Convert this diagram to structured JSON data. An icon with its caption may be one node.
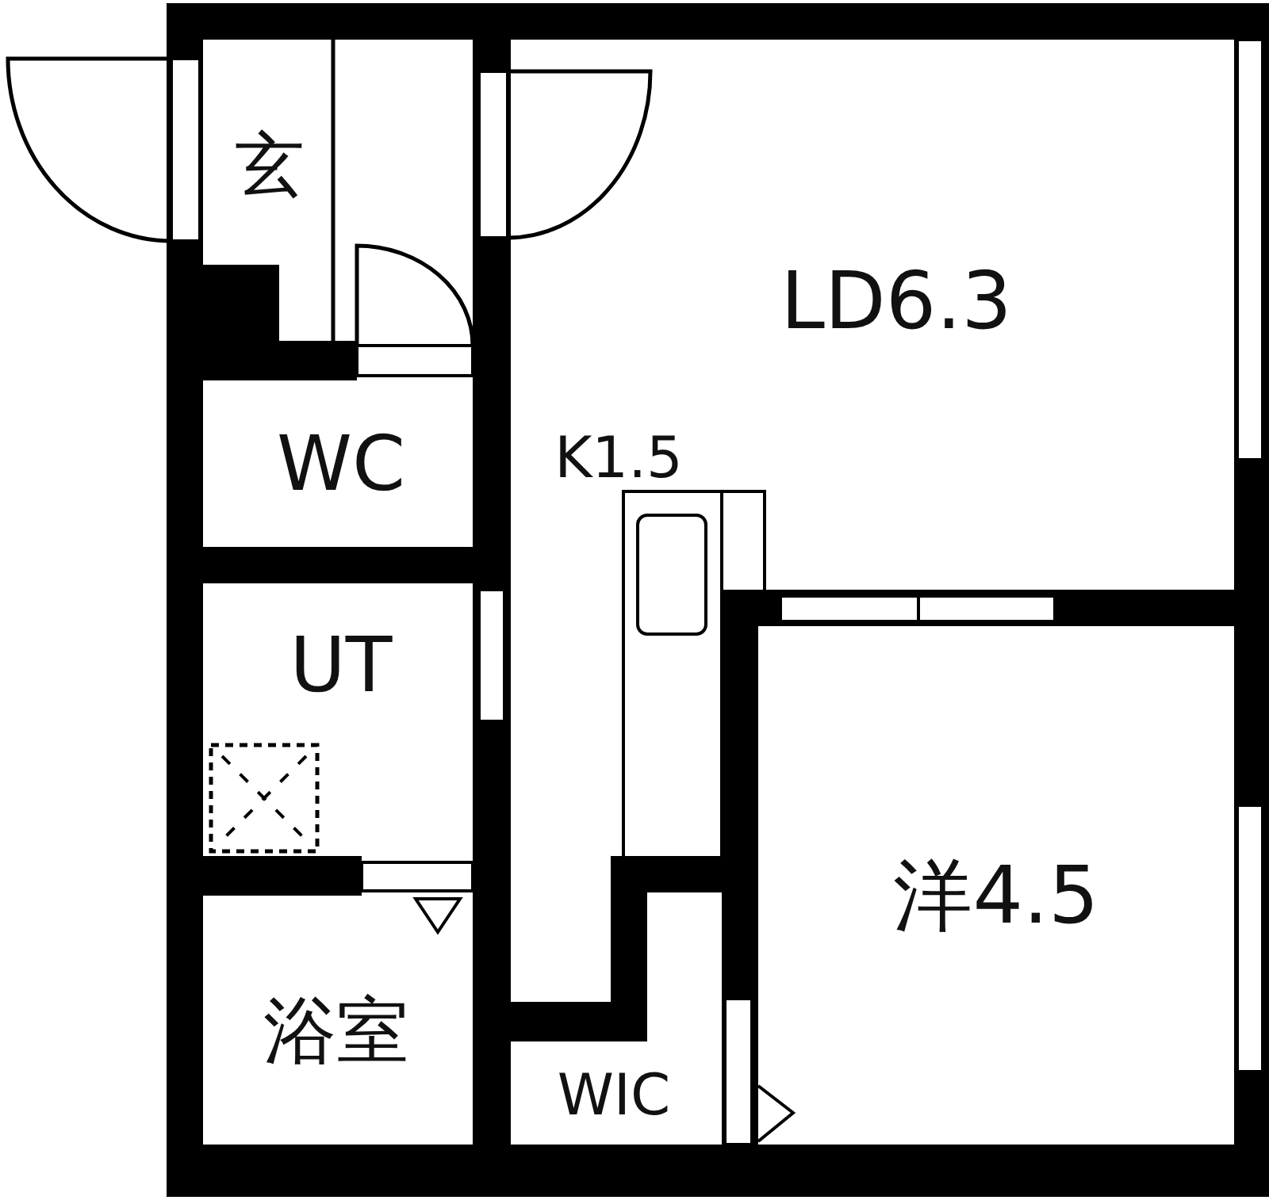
{
  "diagram": {
    "nodes": [
      {
        "text": [
          "玄"
        ]
      },
      {
        "text": [
          "LD6.3"
        ]
      },
      {
        "text": [
          "WC"
        ]
      },
      {
        "text": [
          "K1.5"
        ]
      },
      {
        "text": [
          "UT"
        ]
      },
      {
        "text": [
          "洋4.5"
        ]
      },
      {
        "text": [
          "浴室"
        ]
      },
      {
        "text": [
          "WIC"
        ]
      }
    ]
  }
}
